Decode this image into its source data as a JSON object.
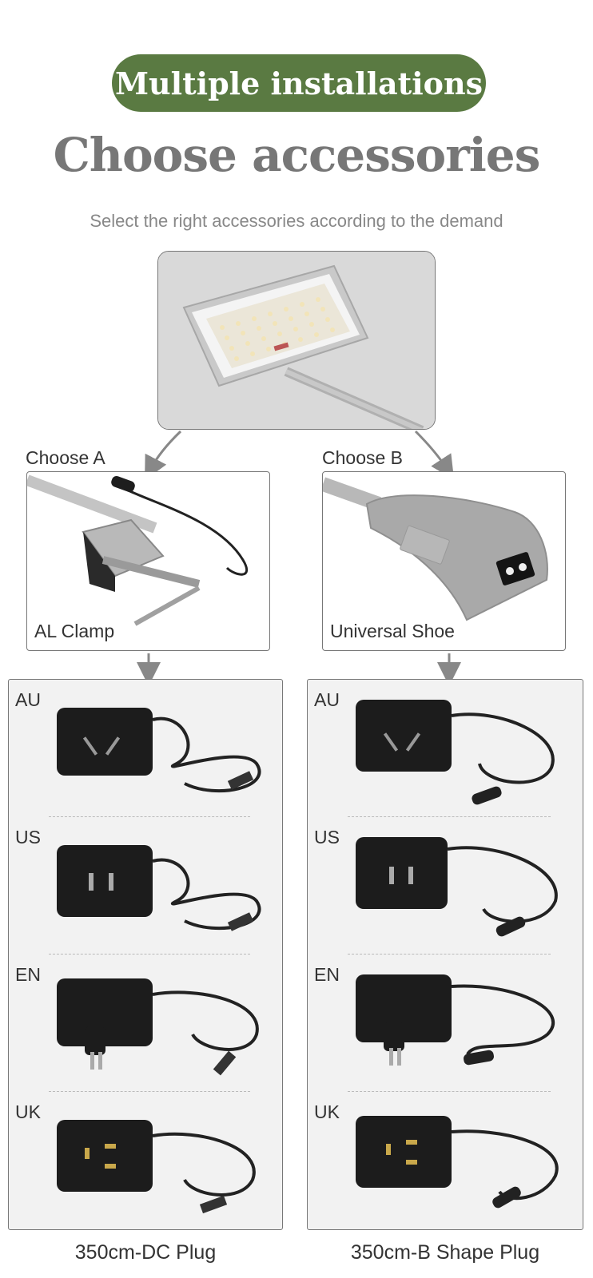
{
  "header": {
    "badge_text": "Multiple installations",
    "title": "Choose accessories",
    "subtitle": "Select the right accessories according to the demand"
  },
  "options": {
    "a": {
      "choose_label": "Choose A",
      "caption": "AL Clamp"
    },
    "b": {
      "choose_label": "Choose B",
      "caption": "Universal Shoe"
    }
  },
  "plugs_left": {
    "regions": [
      "AU",
      "US",
      "EN",
      "UK"
    ],
    "footer": "350cm-DC Plug"
  },
  "plugs_right": {
    "regions": [
      "AU",
      "US",
      "EN",
      "UK"
    ],
    "footer": "350cm-B Shape Plug"
  },
  "colors": {
    "badge_bg": "#5a7a42",
    "title_gray": "#777777",
    "panel_bg": "#f2f2f2",
    "adapter_black": "#1c1c1c"
  }
}
